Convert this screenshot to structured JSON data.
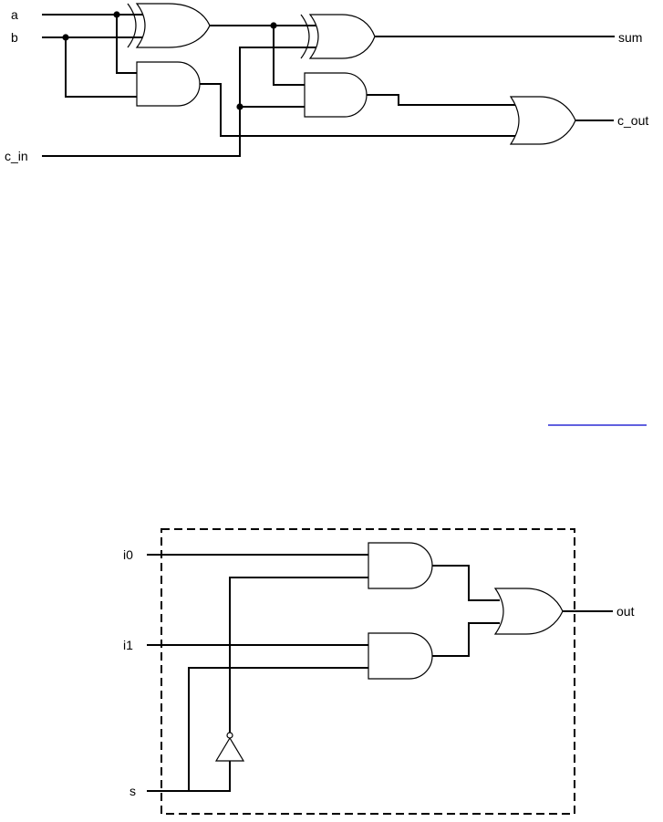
{
  "full_adder": {
    "inputs": {
      "a": "a",
      "b": "b",
      "c_in": "c_in"
    },
    "outputs": {
      "sum": "sum",
      "c_out": "c_out"
    }
  },
  "mux": {
    "inputs": {
      "i0": "i0",
      "i1": "i1",
      "s": "s"
    },
    "outputs": {
      "out": "out"
    }
  },
  "colors": {
    "wire": "#000000",
    "link_underline": "#0000cc"
  }
}
